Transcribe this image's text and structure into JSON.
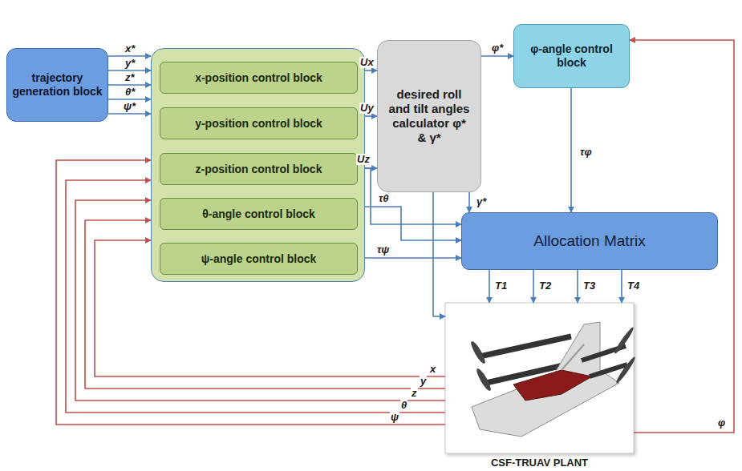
{
  "diagram": {
    "nodes": [
      {
        "text": [
          "trajectory generation block"
        ]
      },
      {
        "text": []
      },
      {
        "text": [
          "x-position control block"
        ],
        "in": 1
      },
      {
        "text": [
          "y-position control block"
        ],
        "in": 1
      },
      {
        "text": [
          "z-position control block"
        ],
        "in": 1
      },
      {
        "text": [
          "θ-angle control block"
        ],
        "in": 1
      },
      {
        "text": [
          "ψ-angle control block"
        ],
        "in": 1
      },
      {
        "text": [
          "desired roll and tilt angles calculator φ* & γ*"
        ]
      },
      {
        "text": [
          "φ-angle control block"
        ]
      },
      {
        "text": [
          "Allocation Matrix"
        ]
      },
      {
        "text": [
          "CSF-TRUAV PLANT"
        ]
      }
    ],
    "edges": [
      {
        "from": 0,
        "to": 1,
        "arrow": "to",
        "label": "x*"
      },
      {
        "from": 0,
        "to": 1,
        "arrow": "to",
        "label": "y*"
      },
      {
        "from": 0,
        "to": 1,
        "arrow": "to",
        "label": "z*"
      },
      {
        "from": 0,
        "to": 1,
        "arrow": "to",
        "label": "θ*"
      },
      {
        "from": 0,
        "to": 1,
        "arrow": "to",
        "label": "ψ*"
      },
      {
        "from": 2,
        "to": 7,
        "arrow": "to",
        "label": "Ux"
      },
      {
        "from": 3,
        "to": 7,
        "arrow": "to",
        "label": "Uy"
      },
      {
        "from": 4,
        "to": 7,
        "arrow": "to",
        "label": "Uz"
      },
      {
        "from": 4,
        "to": 9,
        "arrow": "to"
      },
      {
        "from": 7,
        "to": 8,
        "arrow": "to",
        "label": "φ*"
      },
      {
        "from": 7,
        "to": 9,
        "arrow": "to",
        "label": "γ*"
      },
      {
        "from": 7,
        "to": 10,
        "arrow": "to"
      },
      {
        "from": 5,
        "to": 9,
        "arrow": "to",
        "label": "τθ"
      },
      {
        "from": 6,
        "to": 9,
        "arrow": "to",
        "label": "τψ"
      },
      {
        "from": 8,
        "to": 9,
        "arrow": "to",
        "label": "τφ"
      },
      {
        "from": 9,
        "to": 10,
        "arrow": "to",
        "label": "T1"
      },
      {
        "from": 9,
        "to": 10,
        "arrow": "to",
        "label": "T2"
      },
      {
        "from": 9,
        "to": 10,
        "arrow": "to",
        "label": "T3"
      },
      {
        "from": 9,
        "to": 10,
        "arrow": "to",
        "label": "T4"
      },
      {
        "from": 10,
        "to": 1,
        "arrow": "to",
        "label": "x"
      },
      {
        "from": 10,
        "to": 1,
        "arrow": "to",
        "label": "y"
      },
      {
        "from": 10,
        "to": 1,
        "arrow": "to",
        "label": "z"
      },
      {
        "from": 10,
        "to": 1,
        "arrow": "to",
        "label": "θ"
      },
      {
        "from": 10,
        "to": 1,
        "arrow": "to",
        "label": "ψ"
      },
      {
        "from": 10,
        "to": 8,
        "arrow": "to",
        "label": "φ"
      }
    ]
  }
}
